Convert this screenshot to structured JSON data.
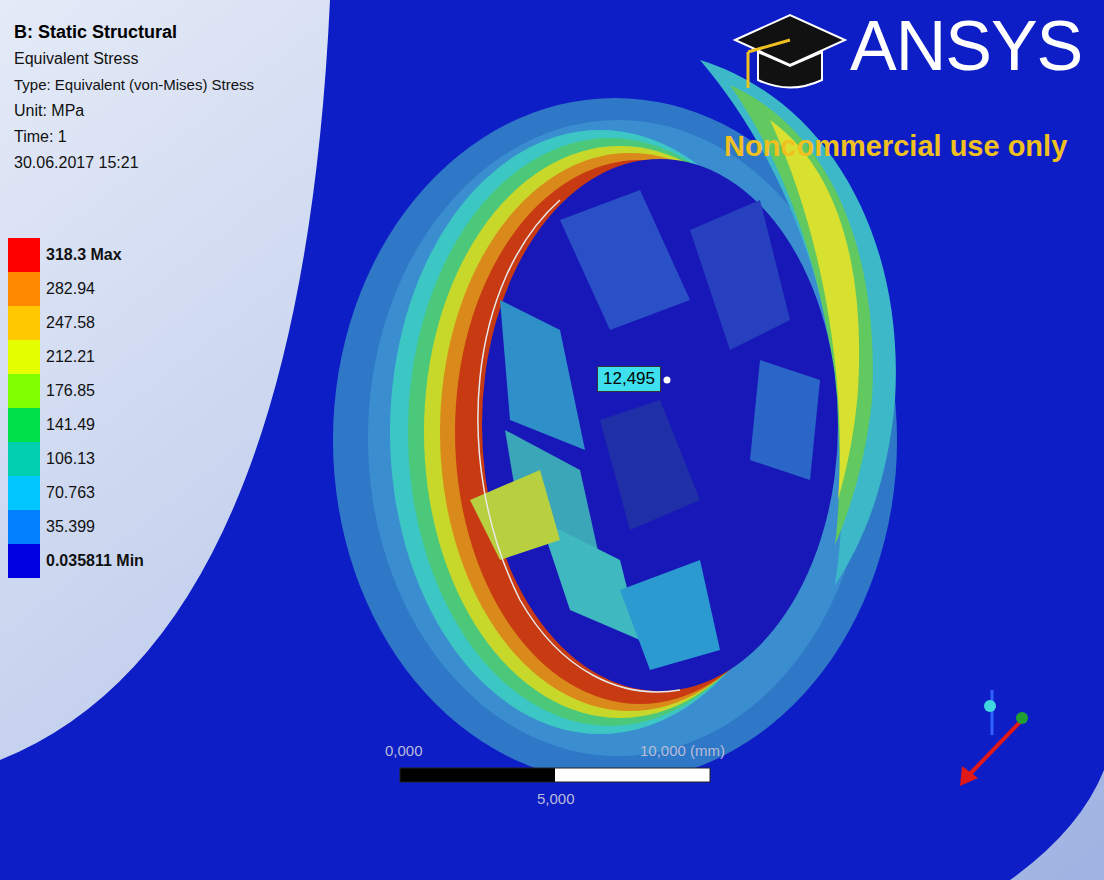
{
  "diagram": {
    "title": "B: Static Structural",
    "labels": [
      "Equivalent Stress",
      "Type: Equivalent (von-Mises) Stress",
      "Unit: MPa",
      "Time: 1",
      "30.06.2017 15:21",
      "12,495",
      "0,000",
      "10,000 (mm)",
      "5,000",
      "ANSYS",
      "Noncommercial use only"
    ],
    "legend": [
      {
        "text": "318.3 Max",
        "color": "#ff0000"
      },
      {
        "text": "282.94",
        "color": "#ff8a00"
      },
      {
        "text": "247.58",
        "color": "#ffc800"
      },
      {
        "text": "212.21",
        "color": "#e6ff00"
      },
      {
        "text": "176.85",
        "color": "#7fff00"
      },
      {
        "text": "141.49",
        "color": "#00e04a"
      },
      {
        "text": "106.13",
        "color": "#00d0b0"
      },
      {
        "text": "70.763",
        "color": "#00c8ff"
      },
      {
        "text": "35.399",
        "color": "#0080ff"
      },
      {
        "text": "0.035811 Min",
        "color": "#0000e0"
      }
    ]
  }
}
